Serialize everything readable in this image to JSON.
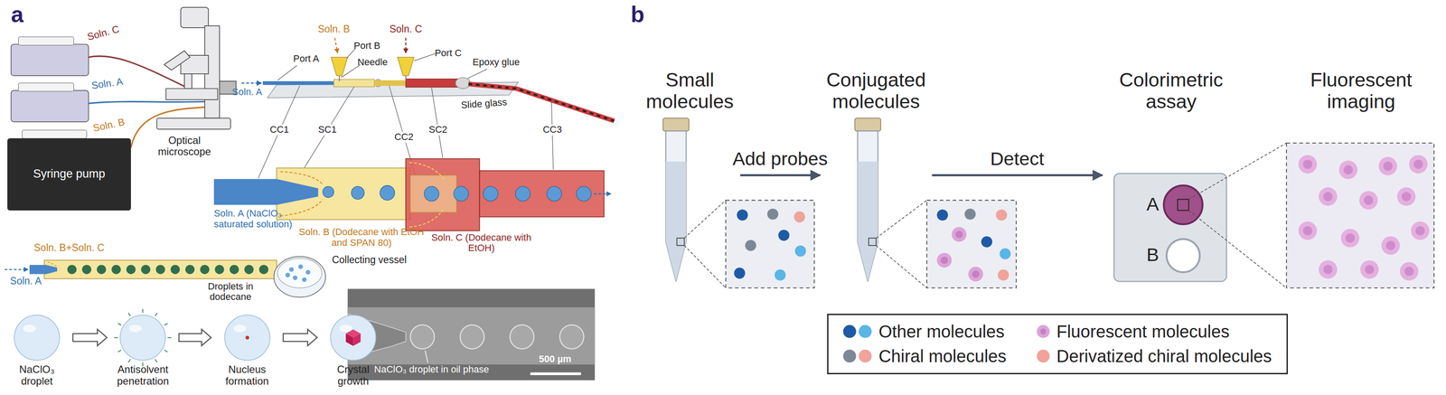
{
  "diagram": {
    "nodes": [
      {
        "text": [
          "Syringe pump"
        ]
      },
      {
        "text": [
          "NaClO₃ droplet"
        ]
      },
      {
        "text": [
          "Antisolvent penetration"
        ]
      },
      {
        "text": [
          "Nucleus formation"
        ]
      },
      {
        "text": [
          "Crystal growth"
        ]
      },
      {
        "text": [
          "Small molecules"
        ]
      },
      {
        "text": [
          "Conjugated molecules"
        ]
      },
      {
        "text": [
          "Colorimetric assay"
        ]
      },
      {
        "text": [
          "Fluorescent imaging"
        ]
      }
    ],
    "edges": [
      {
        "from": 1,
        "to": 2,
        "arrow": "to"
      },
      {
        "from": 2,
        "to": 3,
        "arrow": "to"
      },
      {
        "from": 3,
        "to": 4,
        "arrow": "to"
      },
      {
        "from": 5,
        "to": 6,
        "label": "Add probes",
        "arrow": "to"
      },
      {
        "from": 6,
        "to": 7,
        "label": "Detect",
        "arrow": "to"
      }
    ],
    "labels": [
      "a",
      "Soln. C",
      "Soln. A",
      "Soln. B",
      "Optical microscope",
      "Soln. B",
      "Soln. C",
      "Port A",
      "Port B",
      "Needle",
      "Port C",
      "Soln. A",
      "Epoxy glue",
      "Slide glass",
      "CC1",
      "SC1",
      "CC2",
      "SC2",
      "CC3",
      "Soln. A (NaClO₃ saturated solution)",
      "Soln. B (Dodecane with EtOH and SPAN 80)",
      "Soln. C (Dodecane with EtOH)",
      "Soln. B+Soln. C",
      "Soln. A",
      "Droplets in dodecane",
      "Collecting vessel",
      "NaClO₃ droplet in oil phase",
      "500 µm",
      "b",
      "A",
      "B"
    ],
    "legend": [
      {
        "text": "Other molecules",
        "color": "#1f5aa6"
      },
      {
        "text": "Fluorescent molecules",
        "color": "#dca4d8"
      },
      {
        "text": "Chiral molecules",
        "color": "#7d8896"
      },
      {
        "text": "Derivatized chiral molecules",
        "color": "#f0a39a"
      }
    ]
  }
}
